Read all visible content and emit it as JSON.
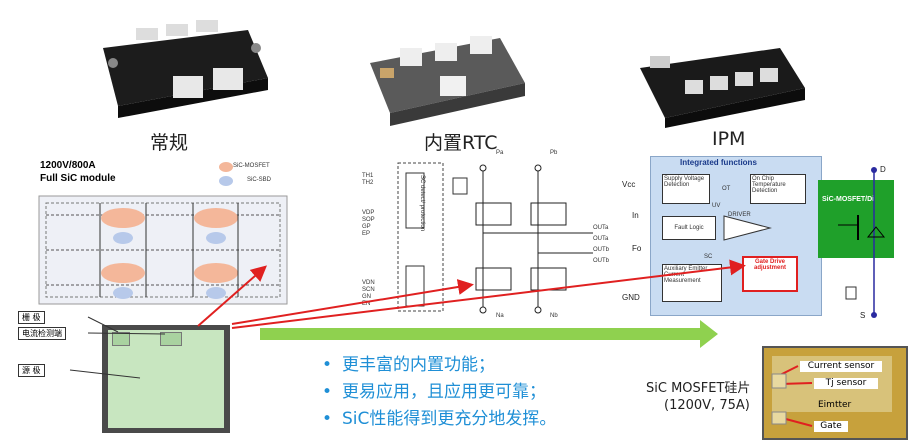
{
  "colors": {
    "accent_blue": "#1f8fd6",
    "arrow_red": "#e02020",
    "arrow_green": "#8fd14f",
    "ipm_panel": "#c9dcf2",
    "mosfet_green": "#1fa02a"
  },
  "modules": {
    "conventional": "常规",
    "rtc": "内置RTC",
    "ipm": "IPM"
  },
  "conventional_schematic": {
    "rating": "1200V/800A",
    "module": "Full SiC module",
    "legend_mosfet": "SiC-MOSFET",
    "legend_sbd": "SiC-SBD"
  },
  "rtc_schematic": {
    "pins_left": [
      "TH1",
      "TH2",
      "VDP",
      "SOP",
      "GP",
      "EP",
      "VDN",
      "SCN",
      "GN",
      "EN"
    ],
    "pins_top": [
      "Pa",
      "Pb"
    ],
    "pins_bottom": [
      "Na",
      "Nb"
    ],
    "pins_right": [
      "OUTa",
      "OUTa",
      "OUTb",
      "OUTb"
    ],
    "protection_block": "SC detect/ protection"
  },
  "ipm_schematic": {
    "title": "Integrated functions",
    "supply": "Supply Voltage Detection",
    "ot": "OT",
    "chip_temp": "On Chip Temperature Detection",
    "uv": "UV",
    "fault": "Fault Logic",
    "driver": "DRIVER",
    "sc": "SC",
    "aux": "Auxiliary Emitter Current Measurement",
    "gate_adj": "Gate Drive adjustment",
    "mosfet_label": "SiC-MOSFET/Di",
    "vcc": "Vcc",
    "in": "In",
    "fo": "Fo",
    "gnd": "GND",
    "d": "D",
    "s": "S"
  },
  "die_labels": {
    "gate": "栅  极",
    "current_detect": "电流检测端",
    "source": "源  极"
  },
  "bullets": [
    "更丰富的内置功能；",
    "更易应用，且应用更可靠；",
    "SiC性能得到更充分地发挥。"
  ],
  "chip": {
    "title": "SiC MOSFET硅片",
    "rating": "(1200V, 75A)"
  },
  "chip_photo": {
    "current_sensor": "Current sensor",
    "tj_sensor": "Tj sensor",
    "emitter": "Eimtter",
    "gate": "Gate"
  }
}
